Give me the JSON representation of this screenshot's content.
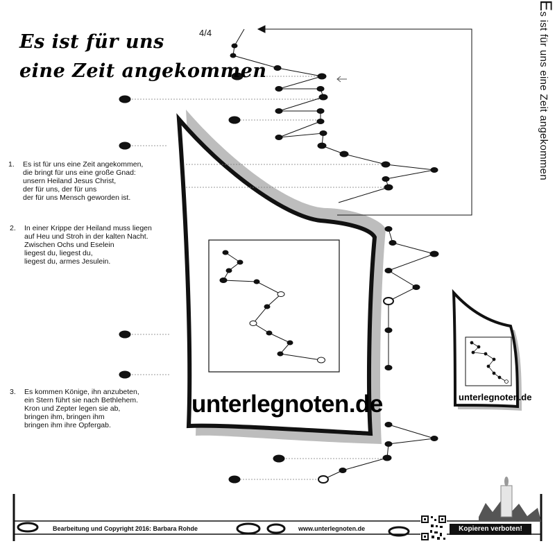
{
  "title": {
    "line1": "Es ist für uns",
    "line2": "eine Zeit angekommen"
  },
  "meter": "4/4",
  "side_title": {
    "first_letter": "E",
    "rest": "s ist für uns eine Zeit angekommen"
  },
  "verses": [
    {
      "number": "1.",
      "lines": [
        "Es ist für uns eine Zeit angekommen,",
        "die bringt für uns eine große Gnad:",
        "unsern Heiland Jesus Christ,",
        "der für uns, der für uns",
        "der für uns Mensch geworden ist."
      ]
    },
    {
      "number": "2.",
      "lines": [
        "In einer Krippe der Heiland muss liegen",
        "auf Heu und Stroh in der kalten Nacht.",
        "Zwischen Ochs und Eselein",
        "liegest du, liegest du,",
        "liegest du, armes Jesulein."
      ]
    },
    {
      "number": "3.",
      "lines": [
        "Es kommen Könige, ihn anzubeten,",
        "ein Stern führt sie nach Bethlehem.",
        "Kron und Zepter legen sie ab,",
        "bringen ihm, bringen ihm",
        "bringen ihm ihre Opfergab."
      ]
    }
  ],
  "brand": {
    "large": "unterlegnoten.de",
    "small": "unterlegnoten.de"
  },
  "footer": {
    "copyright": "Bearbeitung und Copyright 2016: Barbara Rohde",
    "website": "www.unterlegnoten.de",
    "notice": "Kopieren verboten!"
  }
}
